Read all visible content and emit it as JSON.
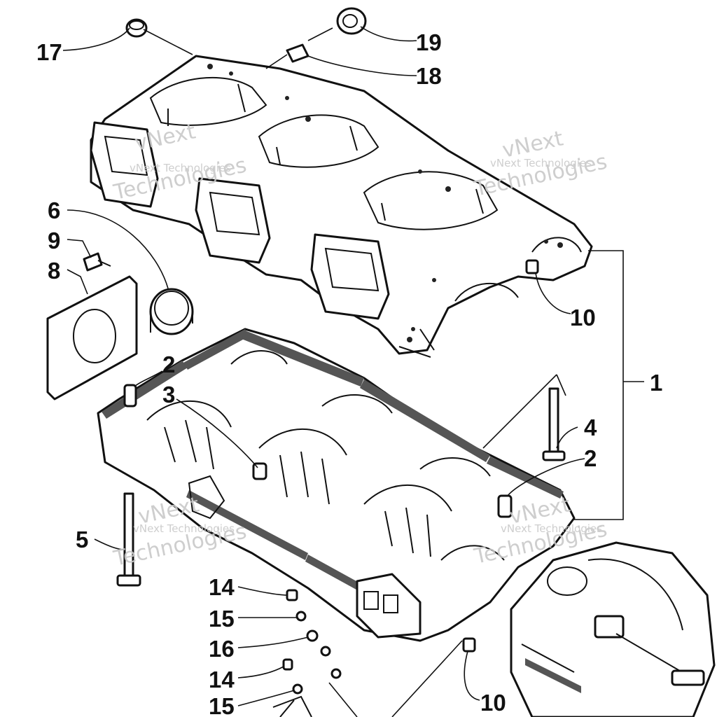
{
  "watermark": {
    "line1": "vNext Technologies",
    "line2": "vNext",
    "line3": "Technologies"
  },
  "callouts": [
    {
      "id": "c17",
      "label": "17"
    },
    {
      "id": "c19",
      "label": "19"
    },
    {
      "id": "c18",
      "label": "18"
    },
    {
      "id": "c6",
      "label": "6"
    },
    {
      "id": "c9",
      "label": "9"
    },
    {
      "id": "c8",
      "label": "8"
    },
    {
      "id": "c10a",
      "label": "10"
    },
    {
      "id": "c2a",
      "label": "2"
    },
    {
      "id": "c3",
      "label": "3"
    },
    {
      "id": "c1",
      "label": "1"
    },
    {
      "id": "c4",
      "label": "4"
    },
    {
      "id": "c2b",
      "label": "2"
    },
    {
      "id": "c5",
      "label": "5"
    },
    {
      "id": "c14a",
      "label": "14"
    },
    {
      "id": "c15a",
      "label": "15"
    },
    {
      "id": "c16",
      "label": "16"
    },
    {
      "id": "c14b",
      "label": "14"
    },
    {
      "id": "c15b",
      "label": "15"
    },
    {
      "id": "c10b",
      "label": "10"
    }
  ]
}
